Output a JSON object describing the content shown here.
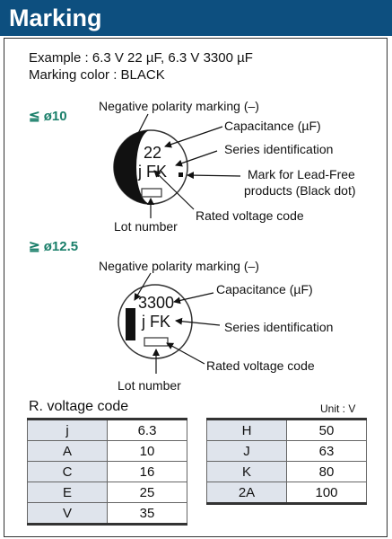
{
  "header": {
    "title": "Marking"
  },
  "intro": {
    "example": "Example : 6.3 V 22 µF, 6.3 V 3300 µF",
    "marking_color": "Marking color : BLACK"
  },
  "small": {
    "size_label": "≦ ø10",
    "cap_value": "22",
    "series_value": "j FK",
    "labels": {
      "negative": "Negative polarity marking (–)",
      "capacitance": "Capacitance (µF)",
      "series": "Series identification",
      "leadfree_1": "Mark for Lead-Free",
      "leadfree_2": "products (Black dot)",
      "rated": "Rated voltage code",
      "lot": "Lot number"
    }
  },
  "large": {
    "size_label": "≧ ø12.5",
    "cap_value": "3300",
    "series_value": "j FK",
    "labels": {
      "negative": "Negative polarity marking (–)",
      "capacitance": "Capacitance (µF)",
      "series": "Series identification",
      "rated": "Rated voltage code",
      "lot": "Lot number"
    }
  },
  "voltage": {
    "title": "R. voltage code",
    "unit": "Unit : V",
    "left": [
      {
        "code": "j",
        "volts": "6.3"
      },
      {
        "code": "A",
        "volts": "10"
      },
      {
        "code": "C",
        "volts": "16"
      },
      {
        "code": "E",
        "volts": "25"
      },
      {
        "code": "V",
        "volts": "35"
      }
    ],
    "right": [
      {
        "code": "H",
        "volts": "50"
      },
      {
        "code": "J",
        "volts": "63"
      },
      {
        "code": "K",
        "volts": "80"
      },
      {
        "code": "2A",
        "volts": "100"
      }
    ]
  }
}
